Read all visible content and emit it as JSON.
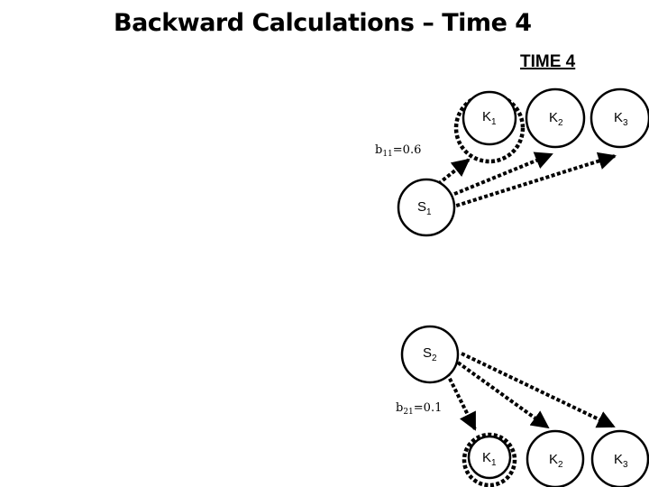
{
  "slide": {
    "title": "Backward Calculations – Time 4",
    "time_label": "TIME 4"
  },
  "top_group": {
    "source": {
      "main": "S",
      "sub": "1"
    },
    "targets": [
      {
        "main": "K",
        "sub": "1"
      },
      {
        "main": "K",
        "sub": "2"
      },
      {
        "main": "K",
        "sub": "3"
      }
    ],
    "highlighted_target": "K1",
    "probability": {
      "main": "b",
      "sub": "11",
      "value": "=0.6"
    }
  },
  "bottom_group": {
    "source": {
      "main": "S",
      "sub": "2"
    },
    "targets": [
      {
        "main": "K",
        "sub": "1"
      },
      {
        "main": "K",
        "sub": "2"
      },
      {
        "main": "K",
        "sub": "3"
      }
    ],
    "highlighted_target": "K1",
    "probability": {
      "main": "b",
      "sub": "21",
      "value": "=0.1"
    }
  },
  "colors": {
    "stroke": "#000000",
    "background": "#ffffff"
  }
}
